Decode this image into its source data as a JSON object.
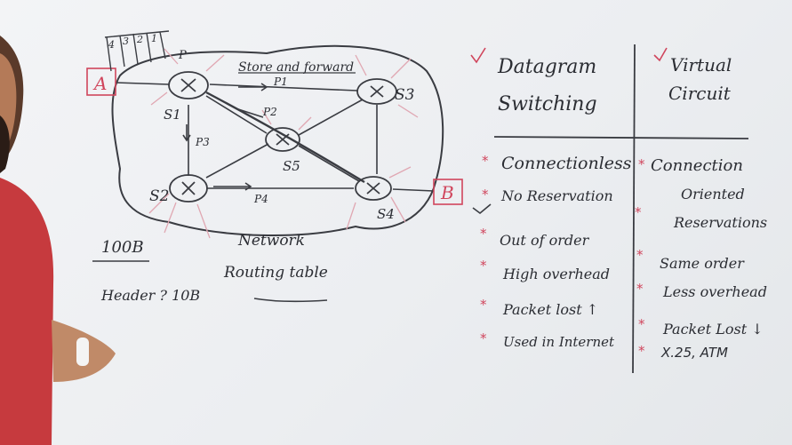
{
  "colors": {
    "ink": "#2b2d33",
    "marker_red": "#d0455c",
    "board": "#eceef1"
  },
  "network": {
    "packet_digits": [
      "4",
      "3",
      "2",
      "1"
    ],
    "host_a": "A",
    "host_b": "B",
    "p_top": "P",
    "store_forward": "Store and forward",
    "p1": "P1",
    "p2": "P2",
    "p3": "P3",
    "p4": "P4",
    "switch_s1": "S1",
    "switch_s2": "S2",
    "switch_s3": "S3",
    "switch_s4": "S4",
    "switch_s5": "S5",
    "label": "Network",
    "routing": "Routing table"
  },
  "notes": {
    "size": "100B",
    "header": "Header ? 10B"
  },
  "table": {
    "datagram_title_1": "Datagram",
    "datagram_title_2": "Switching",
    "vc_title_1": "Virtual",
    "vc_title_2": "Circuit",
    "datagram": [
      "Connectionless",
      "No Reservation",
      "Out of order",
      "High overhead",
      "Packet lost ↑",
      "Used in Internet"
    ],
    "vc": [
      "Connection",
      "Oriented",
      "Reservations",
      "Same order",
      "Less overhead",
      "Packet Lost ↓",
      "X.25, ATM"
    ]
  }
}
